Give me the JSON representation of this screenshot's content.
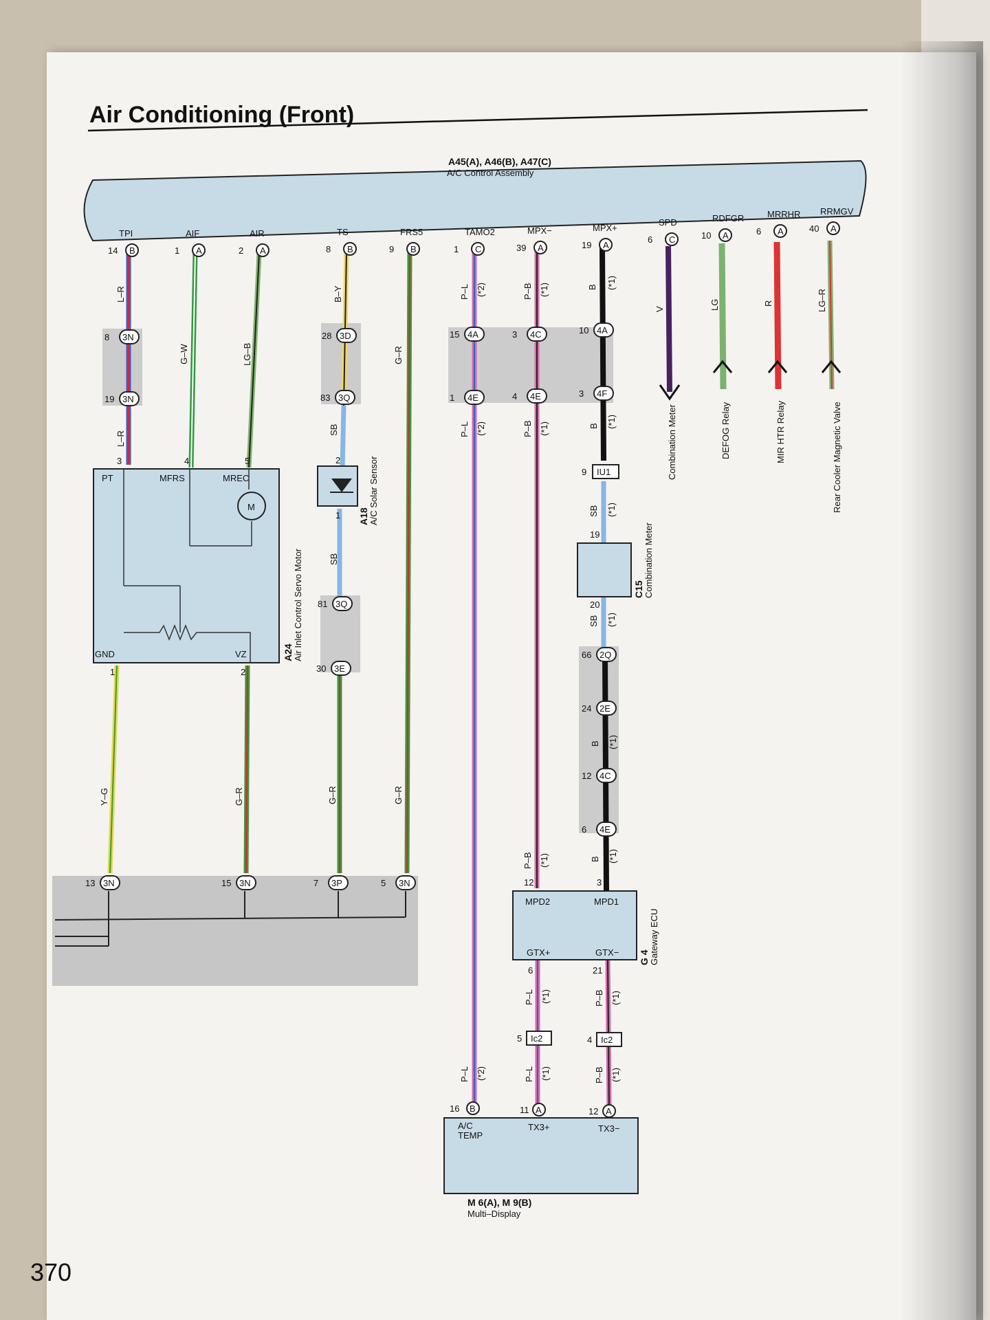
{
  "page": {
    "title": "Air Conditioning (Front)",
    "number": "370"
  },
  "ac_control": {
    "connectors": "A45(A), A46(B), A47(C)",
    "name": "A/C Control Assembly"
  },
  "top_pins": [
    {
      "name": "TPI",
      "num": "14",
      "conn": "B"
    },
    {
      "name": "AIF",
      "num": "1",
      "conn": "A"
    },
    {
      "name": "AIR",
      "num": "2",
      "conn": "A"
    },
    {
      "name": "TS",
      "num": "8",
      "conn": "B"
    },
    {
      "name": "FRS5",
      "num": "9",
      "conn": "B"
    },
    {
      "name": "TAMO2",
      "num": "1",
      "conn": "C"
    },
    {
      "name": "MPX−",
      "num": "39",
      "conn": "A"
    },
    {
      "name": "MPX+",
      "num": "19",
      "conn": "A"
    },
    {
      "name": "SPD",
      "num": "6",
      "conn": "C"
    },
    {
      "name": "RDFGR",
      "num": "10",
      "conn": "A"
    },
    {
      "name": "MRRHR",
      "num": "6",
      "conn": "A"
    },
    {
      "name": "RRMGV",
      "num": "40",
      "conn": "A"
    }
  ],
  "wire_colors": {
    "tpi": "L–R",
    "aif": "G–W",
    "air": "LG–B",
    "ts_top": "B–Y",
    "frs5": "G–R",
    "tamo2": "P–L",
    "mpxm": "P–B",
    "mpxp": "B",
    "spd": "V",
    "rdfgr": "LG",
    "mrrhr": "R",
    "rrmgv": "LG–R",
    "ts_mid": "SB",
    "gnd": "Y–G",
    "vz": "G–R",
    "ts_bot": "G–R",
    "frs5_bot": "G–R",
    "mpd2": "P–B",
    "mpd1": "B",
    "gtxp": "P–L",
    "gtxm": "P–B",
    "c15": "SB"
  },
  "notes": {
    "n1": "(*1)",
    "n2": "(*2)"
  },
  "junctions": [
    {
      "id": "j1a",
      "pin": "8",
      "conn": "3N"
    },
    {
      "id": "j1b",
      "pin": "19",
      "conn": "3N"
    },
    {
      "id": "j2a",
      "pin": "28",
      "conn": "3D"
    },
    {
      "id": "j2b",
      "pin": "83",
      "conn": "3Q"
    },
    {
      "id": "j3a",
      "pin": "15",
      "conn": "4A"
    },
    {
      "id": "j3b",
      "pin": "1",
      "conn": "4E"
    },
    {
      "id": "j4a",
      "pin": "3",
      "conn": "4C"
    },
    {
      "id": "j4b",
      "pin": "4",
      "conn": "4E"
    },
    {
      "id": "j5a",
      "pin": "10",
      "conn": "4A"
    },
    {
      "id": "j5b",
      "pin": "3",
      "conn": "4F"
    },
    {
      "id": "j6a",
      "pin": "81",
      "conn": "3Q"
    },
    {
      "id": "j6b",
      "pin": "30",
      "conn": "3E"
    },
    {
      "id": "j7a",
      "pin": "66",
      "conn": "2Q"
    },
    {
      "id": "j7b",
      "pin": "24",
      "conn": "2E"
    },
    {
      "id": "j8a",
      "pin": "12",
      "conn": "4C"
    },
    {
      "id": "j8b",
      "pin": "6",
      "conn": "4E"
    },
    {
      "id": "g1",
      "pin": "13",
      "conn": "3N"
    },
    {
      "id": "g2",
      "pin": "15",
      "conn": "3N"
    },
    {
      "id": "g3",
      "pin": "7",
      "conn": "3P"
    },
    {
      "id": "g4",
      "pin": "5",
      "conn": "3N"
    }
  ],
  "servo": {
    "code": "A24",
    "name": "Air Inlet Control Servo Motor",
    "pins": {
      "pt": "PT",
      "mfrs": "MFRS",
      "mrec": "MREC",
      "gnd": "GND",
      "vz": "VZ",
      "motor": "M"
    },
    "pin_nums": {
      "pt": "3",
      "mfrs": "4",
      "mrec": "5",
      "gnd": "1",
      "vz": "2"
    }
  },
  "solar": {
    "code": "A18",
    "name": "A/C Solar Sensor",
    "pin_top": "2",
    "pin_bot": "1"
  },
  "c15": {
    "code": "C15",
    "name": "Combination Meter",
    "pin_top": "19",
    "pin_bot": "20"
  },
  "iu1": {
    "label": "IU1",
    "pin": "9"
  },
  "gateway": {
    "code": "G 4",
    "name": "Gateway ECU",
    "mpd2": "MPD2",
    "mpd1": "MPD1",
    "gtxp": "GTX+",
    "gtxm": "GTX−",
    "pin_mpd2": "12",
    "pin_mpd1": "3",
    "pin_gtxp": "6",
    "pin_gtxm": "21"
  },
  "ic2": {
    "label": "Ic2",
    "pin_a": "5",
    "pin_b": "4"
  },
  "multi_display": {
    "code": "M 6(A), M 9(B)",
    "name": "Multi–Display",
    "temp_l1": "A/C",
    "temp_l2": "TEMP",
    "tx3p": "TX3+",
    "tx3m": "TX3−",
    "pin1": "16",
    "conn1": "B",
    "pin2": "11",
    "conn2": "A",
    "pin3": "12",
    "conn3": "A"
  },
  "right_devices": {
    "spd": "Combination Meter",
    "rdfgr": "DEFOG Relay",
    "mrrhr": "MIR HTR Relay",
    "rrmgv": "Rear Cooler Magnetic Valve"
  }
}
